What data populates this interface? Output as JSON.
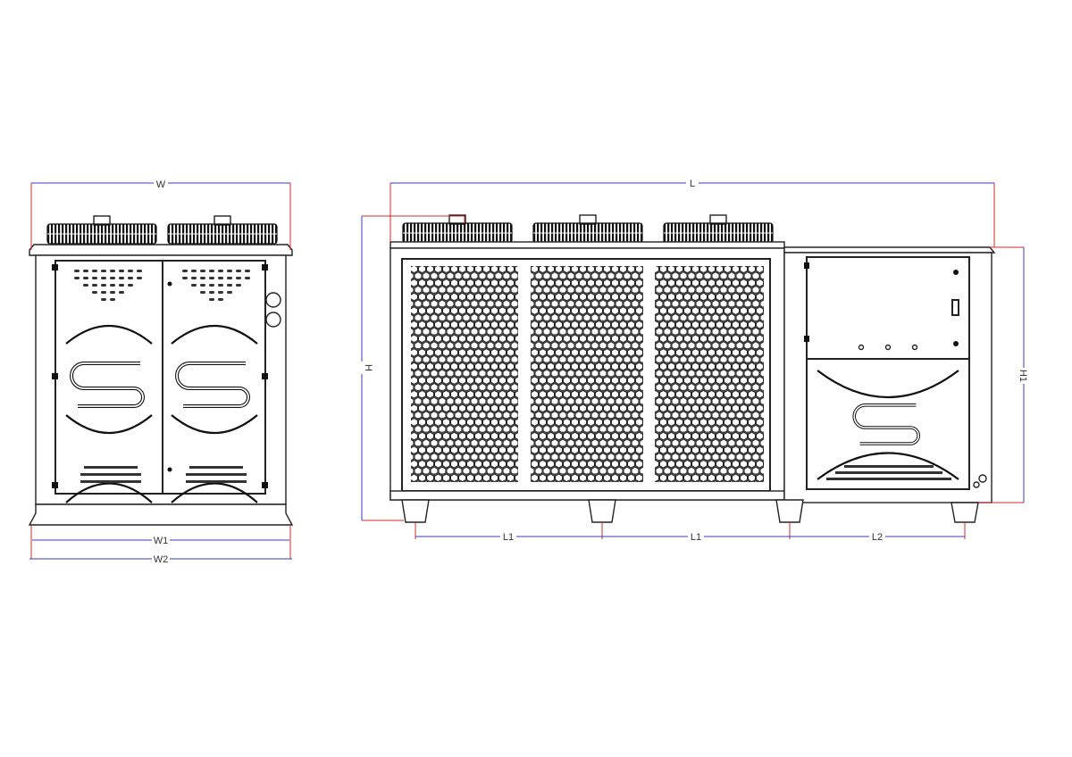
{
  "drawing": {
    "front_view": {
      "width_label": "W",
      "base_width_label": "W1",
      "overall_base_label": "W2"
    },
    "side_view": {
      "length_label": "L",
      "height_label": "H",
      "unit_height_label": "H1",
      "leg_spacing_labels": [
        "L1",
        "L1",
        "L2"
      ]
    }
  },
  "colors": {
    "dimension_line": "#3a3ac8",
    "extension_line": "#d42a2a",
    "outline": "#222222"
  }
}
